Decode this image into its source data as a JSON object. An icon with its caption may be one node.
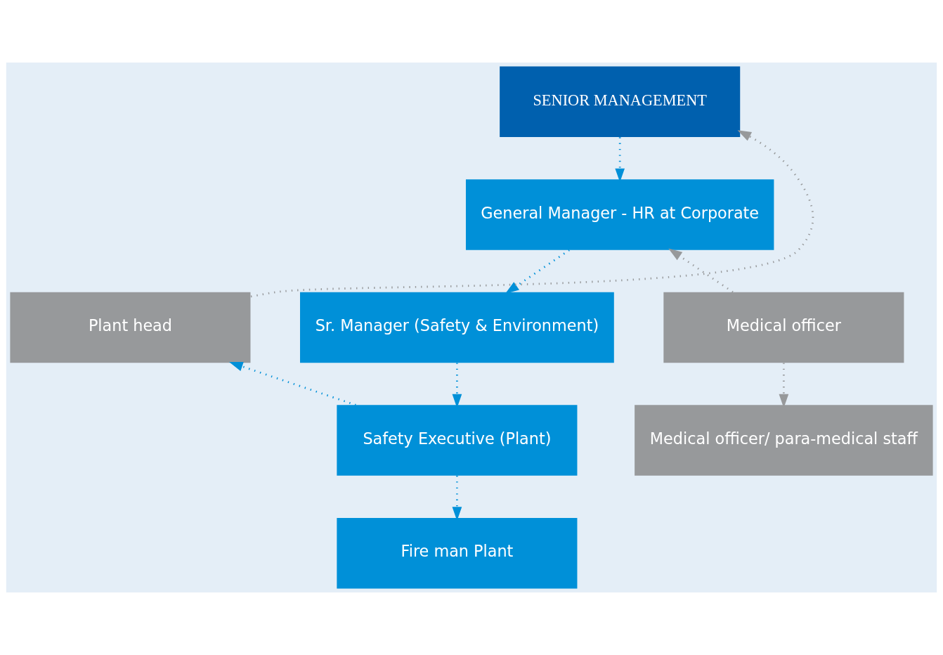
{
  "diagram": {
    "nodes": [
      {
        "text": [
          "SENIOR MANAGEMENT"
        ]
      },
      {
        "text": [
          "General Manager - HR at Corporate"
        ]
      },
      {
        "text": [
          "Sr. Manager (Safety & Environment)"
        ]
      },
      {
        "text": [
          "Safety Executive (Plant)"
        ]
      },
      {
        "text": [
          "Fire man Plant"
        ]
      },
      {
        "text": [
          "Plant head"
        ]
      },
      {
        "text": [
          "Medical officer"
        ]
      },
      {
        "text": [
          "Medical officer/ para-medical staff"
        ]
      }
    ],
    "edges": [
      {
        "from": 0,
        "to": 1,
        "arrow": "to"
      },
      {
        "from": 1,
        "to": 2,
        "arrow": "to"
      },
      {
        "from": 2,
        "to": 3,
        "arrow": "to"
      },
      {
        "from": 3,
        "to": 4,
        "arrow": "to"
      },
      {
        "from": 3,
        "to": 5,
        "arrow": "to"
      },
      {
        "from": 5,
        "to": 0,
        "arrow": "to",
        "color": "#97999b"
      },
      {
        "from": 6,
        "to": 1,
        "arrow": "to",
        "color": "#97999b"
      },
      {
        "from": 6,
        "to": 7,
        "arrow": "to",
        "color": "#97999b"
      }
    ]
  }
}
